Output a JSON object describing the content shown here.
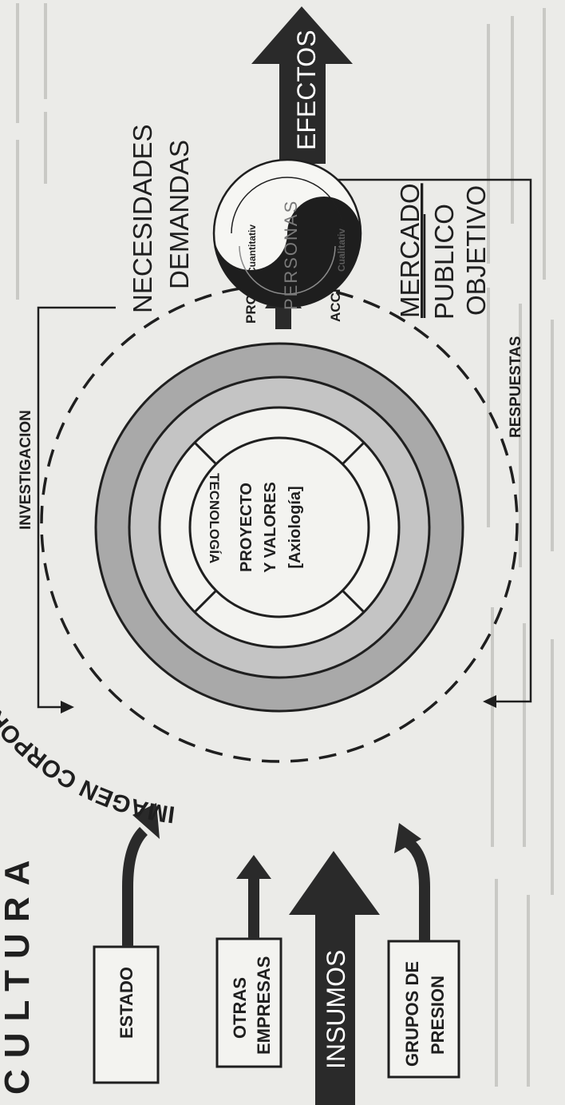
{
  "diagram": {
    "culture_label": "CULTURA",
    "external_inputs": [
      "ESTADO",
      "OTRAS EMPRESAS",
      "GRUPOS DE PRESION"
    ],
    "insumos_label": "INSUMOS",
    "efectos_label": "EFECTOS",
    "circle_label": "IMAGEN CORPORATIVA",
    "ring_label": "TECNOLOGÍA",
    "core_label": [
      "PROYECTO",
      "Y VALORES",
      "[Axiología]"
    ],
    "flow_labels": {
      "investigacion": "INVESTIGACION",
      "respuestas": "RESPUESTAS",
      "productos": "PRODUCTOS",
      "acciones": "ACCIONES"
    },
    "target_left": {
      "line1": "NECESIDADES",
      "line2": "DEMANDAS"
    },
    "yin_yang": {
      "title": "PERSONAS",
      "upper_label": "Cuantitativ",
      "lower_label": "Cualitativ"
    },
    "target_right": {
      "line1": "MERCADO",
      "line2": "PUBLICO",
      "line3": "OBJETIVO"
    }
  },
  "colors": {
    "arrow": "#2a2a2a",
    "ring_outer": "#a9a9a9",
    "ring_inner": "#c4c4c4",
    "paper": "#ebebe8",
    "ink": "#1f1f1f"
  }
}
